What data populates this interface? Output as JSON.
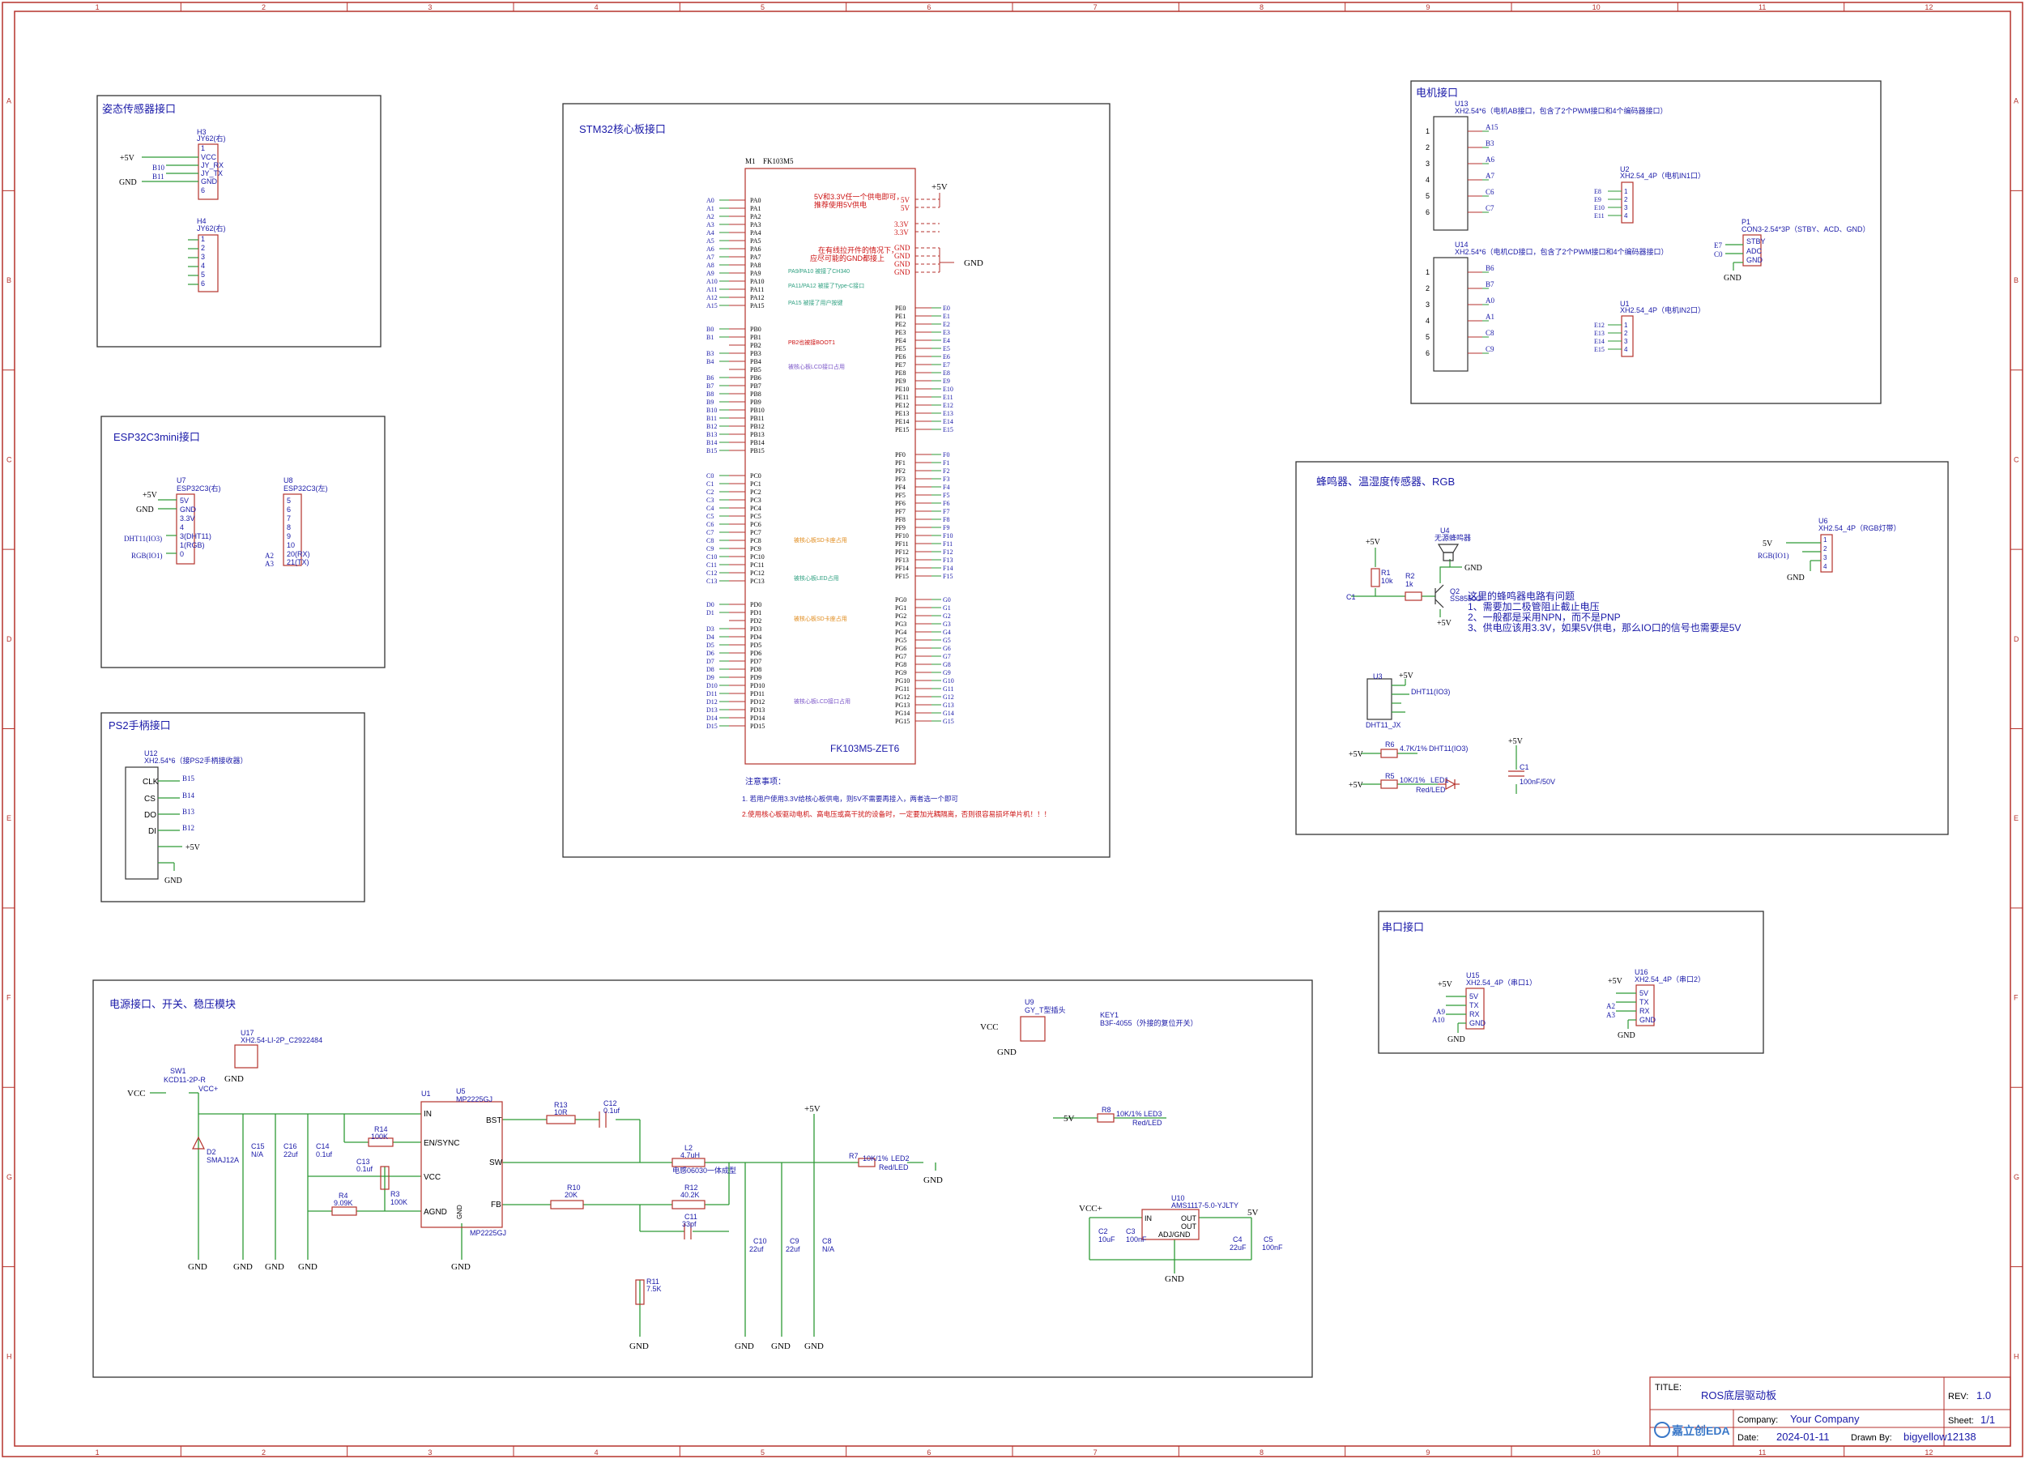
{
  "grid": {
    "columns": [
      "1",
      "2",
      "3",
      "4",
      "5",
      "6",
      "7",
      "8",
      "9",
      "10",
      "11",
      "12"
    ],
    "rows": [
      "A",
      "B",
      "C",
      "D",
      "E",
      "F",
      "G",
      "H"
    ]
  },
  "colors": {
    "frame": "#b5322c",
    "wire": "#2e9a36",
    "part": "#b5322c",
    "label": "#1a1aa8",
    "pin_num": "#b5322c",
    "note_red": "#cc1111",
    "note_green": "#2ea080",
    "note_orange": "#e08a1a",
    "note_purple": "#7a55c8"
  },
  "sections": [
    {
      "key": "attitude",
      "title": "姿态传感器接口"
    },
    {
      "key": "esp32",
      "title": "ESP32C3mini接口"
    },
    {
      "key": "ps2",
      "title": "PS2手柄接口"
    },
    {
      "key": "stm32",
      "title": "STM32核心板接口"
    },
    {
      "key": "motor",
      "title": "电机接口"
    },
    {
      "key": "buzzer",
      "title": "蜂鸣器、温湿度传感器、RGB"
    },
    {
      "key": "uart",
      "title": "串口接口"
    },
    {
      "key": "power",
      "title": "电源接口、开关、稳压模块"
    }
  ],
  "attitude": {
    "h3": {
      "ref": "H3",
      "value": "JY62(右)",
      "pins": [
        "VCC",
        "JY_RX",
        "JY_TX",
        "GND"
      ],
      "nets": [
        "+5V",
        "B10",
        "B11",
        "GND"
      ]
    },
    "h4": {
      "ref": "H4",
      "value": "JY62(右)"
    }
  },
  "esp32": {
    "u7": {
      "ref": "U7",
      "value": "ESP32C3(右)",
      "pins": [
        "5V",
        "GND",
        "3.3V",
        "4",
        "3(DHT11)",
        "1(RGB)",
        "0"
      ],
      "nets": [
        "+5V",
        "GND",
        "DHT11(IO3)",
        "RGB(IO1)"
      ]
    },
    "u8": {
      "ref": "U8",
      "value": "ESP32C3(左)",
      "pins": [
        "5",
        "6",
        "7",
        "8",
        "9",
        "10",
        "20(RX)",
        "21(TX)"
      ],
      "nets": [
        "A2",
        "A3"
      ]
    }
  },
  "ps2": {
    "u12": {
      "ref": "U12",
      "value": "XH2.54*6（接PS2手柄接收器）",
      "pins": [
        "CLK",
        "CS",
        "DO",
        "DI",
        "",
        ""
      ],
      "nets": [
        "B15",
        "B14",
        "B13",
        "B12",
        "+5V",
        "GND"
      ]
    }
  },
  "stm32": {
    "ref": "M1",
    "name": "FK103M5",
    "part": "FK103M5-ZET6",
    "pa": [
      "PA0",
      "PA1",
      "PA2",
      "PA3",
      "PA4",
      "PA5",
      "PA6",
      "PA7",
      "PA8",
      "PA9",
      "PA10",
      "PA11",
      "PA12",
      "PA15"
    ],
    "pa_nets": [
      "A0",
      "A1",
      "A2",
      "A3",
      "A4",
      "A5",
      "A6",
      "A7",
      "A8",
      "A9",
      "A10",
      "A11",
      "A12",
      "A15"
    ],
    "pb": [
      "PB0",
      "PB1",
      "PB2",
      "PB3",
      "PB4",
      "PB5",
      "PB6",
      "PB7",
      "PB8",
      "PB9",
      "PB10",
      "PB11",
      "PB12",
      "PB13",
      "PB14",
      "PB15"
    ],
    "pb_nets": [
      "B0",
      "B1",
      "",
      "B3",
      "B4",
      "",
      "B6",
      "B7",
      "B8",
      "B9",
      "B10",
      "B11",
      "B12",
      "B13",
      "B14",
      "B15"
    ],
    "pc": [
      "PC0",
      "PC1",
      "PC2",
      "PC3",
      "PC4",
      "PC5",
      "PC6",
      "PC7",
      "PC8",
      "PC9",
      "PC10",
      "PC11",
      "PC12",
      "PC13"
    ],
    "pc_nets": [
      "C0",
      "C1",
      "C2",
      "C3",
      "C4",
      "C5",
      "C6",
      "C7",
      "C8",
      "C9",
      "C10",
      "C11",
      "C12",
      "C13"
    ],
    "pd": [
      "PD0",
      "PD1",
      "PD2",
      "PD3",
      "PD4",
      "PD5",
      "PD6",
      "PD7",
      "PD8",
      "PD9",
      "PD10",
      "PD11",
      "PD12",
      "PD13",
      "PD14",
      "PD15"
    ],
    "pd_nets": [
      "D0",
      "D1",
      "",
      "D3",
      "D4",
      "D5",
      "D6",
      "D7",
      "D8",
      "D9",
      "D10",
      "D11",
      "D12",
      "D13",
      "D14",
      "D15"
    ],
    "pe": [
      "PE0",
      "PE1",
      "PE2",
      "PE3",
      "PE4",
      "PE5",
      "PE6",
      "PE7",
      "PE8",
      "PE9",
      "PE10",
      "PE11",
      "PE12",
      "PE13",
      "PE14",
      "PE15"
    ],
    "pe_nets": [
      "E0",
      "E1",
      "E2",
      "E3",
      "E4",
      "E5",
      "E6",
      "E7",
      "E8",
      "E9",
      "E10",
      "E11",
      "E12",
      "E13",
      "E14",
      "E15"
    ],
    "pf": [
      "PF0",
      "PF1",
      "PF2",
      "PF3",
      "PF4",
      "PF5",
      "PF6",
      "PF7",
      "PF8",
      "PF9",
      "PF10",
      "PF11",
      "PF12",
      "PF13",
      "PF14",
      "PF15"
    ],
    "pf_nets": [
      "F0",
      "F1",
      "F2",
      "F3",
      "F4",
      "F5",
      "F6",
      "F7",
      "F8",
      "F9",
      "F10",
      "F11",
      "F12",
      "F13",
      "F14",
      "F15"
    ],
    "pg": [
      "PG0",
      "PG1",
      "PG2",
      "PG3",
      "PG4",
      "PG5",
      "PG6",
      "PG7",
      "PG8",
      "PG9",
      "PG10",
      "PG11",
      "PG12",
      "PG13",
      "PG14",
      "PG15"
    ],
    "pg_nets": [
      "G0",
      "G1",
      "G2",
      "G3",
      "G4",
      "G5",
      "G6",
      "G7",
      "G8",
      "G9",
      "G10",
      "G11",
      "G12",
      "G13",
      "G14",
      "G15"
    ],
    "power_pins": [
      "5V",
      "5V",
      "3.3V",
      "3.3V",
      "GND",
      "GND",
      "GND",
      "GND"
    ],
    "note_power1": "5V和3.3V任一个供电即可，",
    "note_power2": "推荐使用5V供电",
    "note_gnd1": "在有线拉开件的情况下，",
    "note_gnd2": "应尽可能的GND都接上",
    "note_pa9": "PA9/PA10 被接了CH340",
    "note_pa11": "PA11/PA12 被接了Type-C接口",
    "note_pa15": "PA15 被接了用户按键",
    "note_pb2": "PB2也被接BOOT1",
    "note_pb3": "被核心板LCD接口占用",
    "note_pc8": "被核心板SD卡座占用",
    "note_pc13": "被核心板LED占用",
    "note_pd2": "被核心板SD卡座占用",
    "note_pd11": "被核心板LCD接口占用",
    "notes_title": "注意事项：",
    "note1": "1. 若用户使用3.3V给核心板供电，则5V不需要再接入，两者选一个即可",
    "note2": "2.使用核心板驱动电机、高电压或高干扰的设备时，一定要加光耦隔离，否则很容易损坏单片机！！！",
    "gnd": "GND",
    "vplus": "+5V"
  },
  "motor": {
    "u13": {
      "ref": "U13",
      "value": "XH2.54*6（电机AB接口，包含了2个PWM接口和4个编码器接口）",
      "nets": [
        "A15",
        "B3",
        "A6",
        "A7",
        "C6",
        "C7"
      ]
    },
    "u14": {
      "ref": "U14",
      "value": "XH2.54*6（电机CD接口，包含了2个PWM接口和4个编码器接口）",
      "nets": [
        "B6",
        "B7",
        "A0",
        "A1",
        "C8",
        "C9"
      ]
    },
    "u2": {
      "ref": "U2",
      "value": "XH2.54_4P（电机IN1口）",
      "nets": [
        "E8",
        "E9",
        "E10",
        "E11"
      ]
    },
    "u1": {
      "ref": "U1",
      "value": "XH2.54_4P（电机IN2口）",
      "nets": [
        "E12",
        "E13",
        "E14",
        "E15"
      ]
    },
    "p1": {
      "ref": "P1",
      "value": "CON3-2.54*3P（STBY、ACD、GND）",
      "pins": [
        "STBY",
        "ADC",
        "GND"
      ],
      "nets": [
        "E7",
        "C0"
      ],
      "gnd": "GND"
    }
  },
  "buzzer": {
    "u4": {
      "ref": "U4",
      "value": "无源蜂鸣器"
    },
    "r1": {
      "ref": "R1",
      "value": "10k"
    },
    "r2": {
      "ref": "R2",
      "value": "1k"
    },
    "q2": {
      "ref": "Q2",
      "value": "SS8550G"
    },
    "net_c1": "C1",
    "vplus": "+5V",
    "gnd": "GND",
    "note_title": "这里的蜂鸣器电路有问题",
    "note1": "1、需要加二极管阻止截止电压",
    "note2": "2、一般都是采用NPN，而不是PNP",
    "note3": "3、供电应该用3.3V，如果5V供电，那么IO口的信号也需要是5V",
    "u3": {
      "ref": "U3",
      "value": "DHT11_JX",
      "net": "DHT11(IO3)"
    },
    "r6": {
      "ref": "R6",
      "value": "4.7K/1%",
      "net": "DHT11(IO3)"
    },
    "r5": {
      "ref": "R5",
      "value": "10K/1%"
    },
    "led1": {
      "ref": "LED1",
      "value": "Red/LED"
    },
    "c1": {
      "ref": "C1",
      "value": "100nF/50V"
    },
    "u6": {
      "ref": "U6",
      "value": "XH2.54_4P（RGB灯带）",
      "nets": [
        "5V",
        "RGB(IO1)",
        "GND"
      ]
    }
  },
  "uart": {
    "u15": {
      "ref": "U15",
      "value": "XH2.54_4P（串口1）",
      "pins": [
        "5V",
        "TX",
        "RX",
        "GND"
      ],
      "nets": [
        "+5V",
        "A9",
        "A10",
        "GND"
      ]
    },
    "u16": {
      "ref": "U16",
      "value": "XH2.54_4P（串口2）",
      "pins": [
        "5V",
        "TX",
        "RX",
        "GND"
      ],
      "nets": [
        "+5V",
        "A2",
        "A3",
        "GND"
      ]
    }
  },
  "power": {
    "u17": {
      "ref": "U17",
      "value": "XH2.54-LI-2P_C2922484"
    },
    "sw1": {
      "ref": "SW1",
      "value": "KCD11-2P-R"
    },
    "vcc": "VCC",
    "vcc_plus": "VCC+",
    "d2": {
      "ref": "D2",
      "value": "SMAJ12A"
    },
    "c15": {
      "ref": "C15",
      "value": "N/A"
    },
    "c16": {
      "ref": "C16",
      "value": "22uf"
    },
    "c14": {
      "ref": "C14",
      "value": "0.1uf"
    },
    "u5": {
      "ref": "U5",
      "value": "MP2225GJ",
      "pins": [
        "IN",
        "EN/SYNC",
        "VCC",
        "AGND",
        "BST",
        "SW",
        "FB",
        "GND"
      ],
      "part": "MP2225GJ"
    },
    "u1": "U1",
    "r14": {
      "ref": "R14",
      "value": "100K"
    },
    "c13": {
      "ref": "C13",
      "value": "0.1uf"
    },
    "r4": {
      "ref": "R4",
      "value": "9.09K"
    },
    "r3": {
      "ref": "R3",
      "value": "100K"
    },
    "r13": {
      "ref": "R13",
      "value": "10R"
    },
    "c12": {
      "ref": "C12",
      "value": "0.1uf"
    },
    "l2": {
      "ref": "L2",
      "value": "4.7uH",
      "desc": "电感06030一体成型"
    },
    "r10": {
      "ref": "R10",
      "value": "20K"
    },
    "r12": {
      "ref": "R12",
      "value": "40.2K"
    },
    "c11": {
      "ref": "C11",
      "value": "33pf"
    },
    "r11": {
      "ref": "R11",
      "value": "7.5K"
    },
    "c10": {
      "ref": "C10",
      "value": "22uf"
    },
    "c9": {
      "ref": "C9",
      "value": "22uf"
    },
    "c8": {
      "ref": "C8",
      "value": "N/A"
    },
    "r7": {
      "ref": "R7",
      "value": "10K/1%"
    },
    "led2": {
      "ref": "LED2",
      "value": "Red/LED"
    },
    "u9": {
      "ref": "U9",
      "value": "GY_T型插头"
    },
    "key1": {
      "ref": "KEY1",
      "value": "B3F-4055（外接的复位开关）"
    },
    "r8": {
      "ref": "R8",
      "value": "10K/1%"
    },
    "led3": {
      "ref": "LED3",
      "value": "Red/LED"
    },
    "u10": {
      "ref": "U10",
      "value": "AMS1117-5.0-YJLTY",
      "pins": [
        "IN",
        "OUT",
        "OUT",
        "ADJ/GND"
      ]
    },
    "c2": {
      "ref": "C2",
      "value": "10uF"
    },
    "c3": {
      "ref": "C3",
      "value": "100nF"
    },
    "c4": {
      "ref": "C4",
      "value": "22uF"
    },
    "c5": {
      "ref": "C5",
      "value": "100nF"
    },
    "gnd": "GND",
    "vplus": "+5V",
    "v5": "5V"
  },
  "titleblock": {
    "title_label": "TITLE:",
    "title": "ROS底层驱动板",
    "rev_label": "REV:",
    "rev": "1.0",
    "company_label": "Company:",
    "company": "Your Company",
    "sheet_label": "Sheet:",
    "sheet": "1/1",
    "date_label": "Date:",
    "date": "2024-01-11",
    "drawn_label": "Drawn By:",
    "drawn": "bigyellow12138",
    "logo": "嘉立创EDA"
  }
}
